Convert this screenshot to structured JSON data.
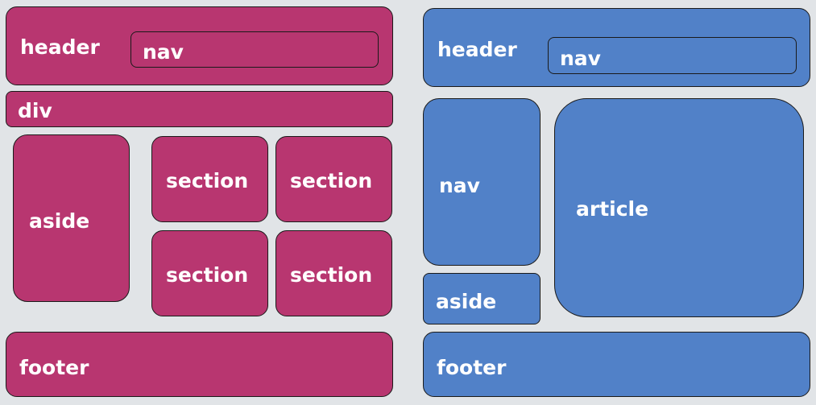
{
  "colors": {
    "background": "#e1e4e7",
    "left_layout": "#b83670",
    "right_layout": "#5181c8",
    "text": "#ffffff",
    "border": "#1a1a1a"
  },
  "left_layout": {
    "header": {
      "label": "header",
      "nav": "nav"
    },
    "div": "div",
    "aside": "aside",
    "sections": [
      "section",
      "section",
      "section",
      "section"
    ],
    "footer": "footer"
  },
  "right_layout": {
    "header": {
      "label": "header",
      "nav": "nav"
    },
    "nav": "nav",
    "aside": "aside",
    "article": "article",
    "footer": "footer"
  }
}
